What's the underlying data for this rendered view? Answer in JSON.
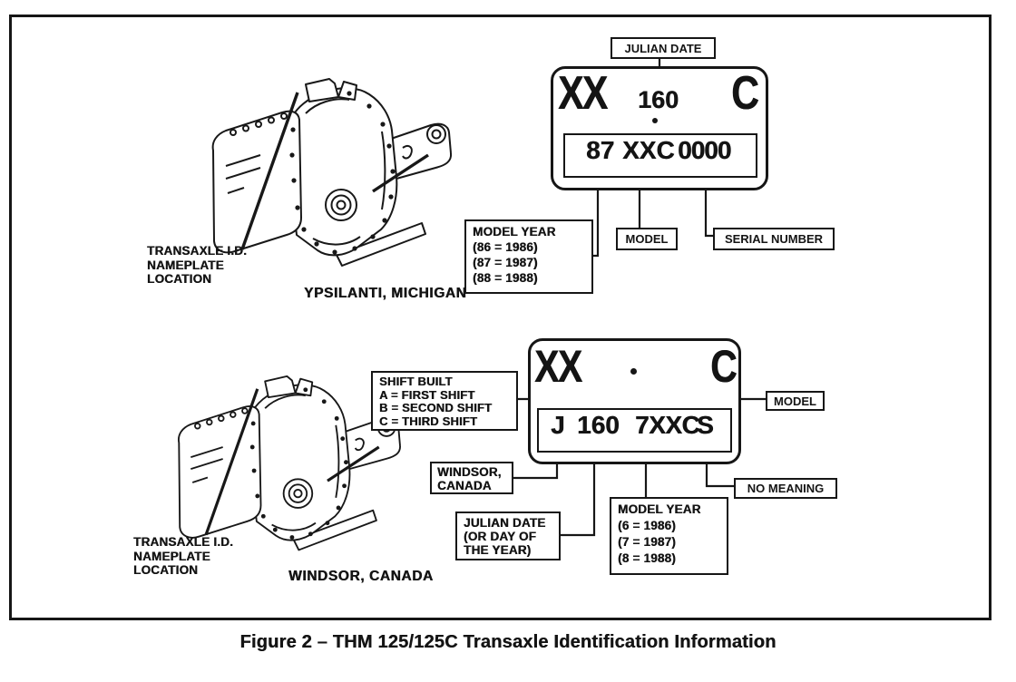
{
  "figure": {
    "caption": "Figure 2 – THM 125/125C Transaxle Identification Information"
  },
  "michigan": {
    "pointer_label": [
      "TRANSAXLE I.D.",
      "NAMEPLATE",
      "LOCATION"
    ],
    "plant": "YPSILANTI, MICHIGAN",
    "plate": {
      "left_code": "XX",
      "julian_date": "160",
      "right_code": "C",
      "year_code": "87",
      "model_code": "XXC",
      "serial_code": "0000"
    },
    "callouts": {
      "julian_date": "JULIAN DATE",
      "model": "MODEL",
      "serial_number": "SERIAL NUMBER",
      "model_year": [
        "MODEL YEAR",
        "(86 = 1986)",
        "(87 = 1987)",
        "(88 = 1988)"
      ]
    }
  },
  "canada": {
    "pointer_label": [
      "TRANSAXLE I.D.",
      "NAMEPLATE",
      "LOCATION"
    ],
    "plant": "WINDSOR, CANADA",
    "plate": {
      "left_code": "XX",
      "right_code": "C",
      "plant_code": "J",
      "julian_date": "160",
      "model_code": "7XXC",
      "shift_code": "S"
    },
    "callouts": {
      "shift_built": [
        "SHIFT BUILT",
        "A = FIRST SHIFT",
        "B = SECOND SHIFT",
        "C = THIRD SHIFT"
      ],
      "model": "MODEL",
      "windsor": [
        "WINDSOR,",
        "CANADA"
      ],
      "julian_date": [
        "JULIAN DATE",
        "(OR DAY OF",
        "THE YEAR)"
      ],
      "model_year": [
        "MODEL YEAR",
        "(6 = 1986)",
        "(7 = 1987)",
        "(8 = 1988)"
      ],
      "no_meaning": "NO MEANING"
    }
  }
}
